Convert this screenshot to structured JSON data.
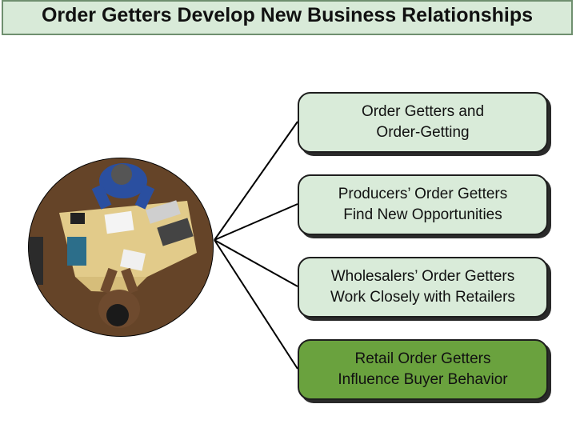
{
  "slide": {
    "title": "Order Getters Develop New Business Relationships"
  },
  "boxes": [
    {
      "label": "Order Getters and\nOrder-Getting",
      "fill": "#d9ebd9"
    },
    {
      "label": "Producers’ Order Getters\nFind New Opportunities",
      "fill": "#d9ebd9"
    },
    {
      "label": "Wholesalers’ Order Getters\nWork Closely with Retailers",
      "fill": "#d9ebd9"
    },
    {
      "label": "Retail Order Getters\nInfluence Buyer Behavior",
      "fill": "#6aa23e",
      "highlighted": true
    }
  ],
  "colors": {
    "title_bg": "#d8ead8",
    "title_border": "#6f8f6f",
    "connector": "#000000"
  }
}
